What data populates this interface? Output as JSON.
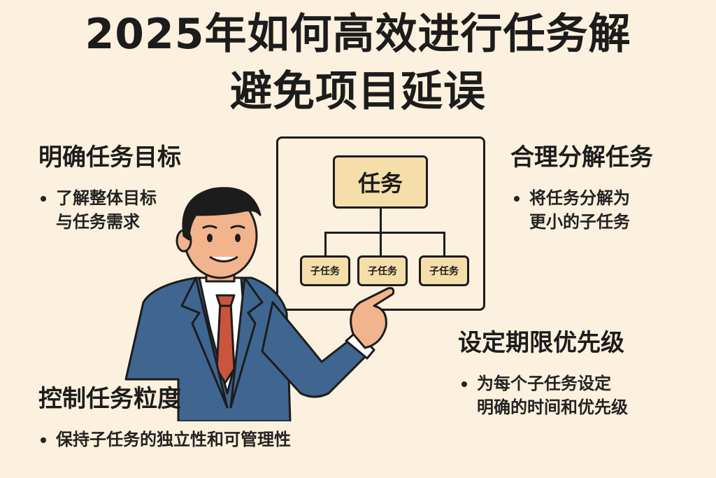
{
  "title": {
    "line1": "2025年如何高效进行任务解",
    "line2": "避免项目延误"
  },
  "sections": {
    "goal": {
      "heading": "明确任务目标",
      "bullet_line1": "了解整体目标",
      "bullet_line2": "与任务需求"
    },
    "decompose": {
      "heading": "合理分解任务",
      "bullet_line1": "将任务分解为",
      "bullet_line2": "更小的子任务"
    },
    "deadline": {
      "heading": "设定期限优先级",
      "bullet_line1": "为每个子任务设定",
      "bullet_line2": "明确的时间和优先级"
    },
    "granularity": {
      "heading": "控制任务粒度",
      "bullet_line1": "保持子任务的独立性和可管理性"
    }
  },
  "diagram": {
    "root": "任务",
    "children": [
      "子任务",
      "子任务",
      "子任务"
    ]
  },
  "colors": {
    "background": "#fcf1de",
    "box_fill": "#f5deaa",
    "suit": "#3f6690",
    "tie": "#c9553f",
    "skin": "#f2b48c"
  }
}
